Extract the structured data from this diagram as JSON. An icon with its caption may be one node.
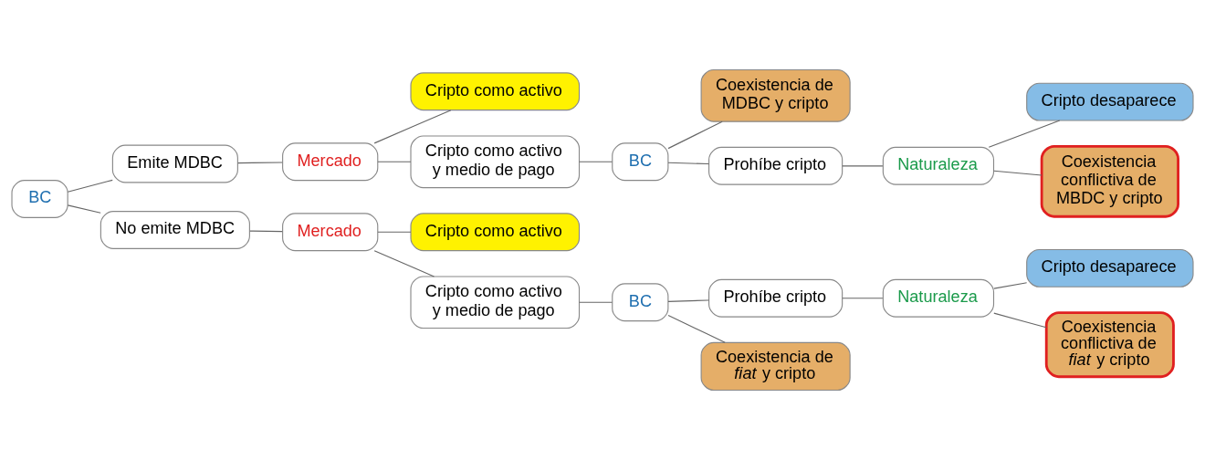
{
  "diagram": {
    "nodes": [
      {
        "text": [
          "BC"
        ]
      },
      {
        "text": [
          "Emite MDBC"
        ]
      },
      {
        "text": [
          "Mercado"
        ]
      },
      {
        "text": [
          "Cripto como activo"
        ]
      },
      {
        "text": [
          "Cripto como activo y medio de pago"
        ]
      },
      {
        "text": [
          "BC"
        ]
      },
      {
        "text": [
          "Coexistencia de MDBC y cripto"
        ]
      },
      {
        "text": [
          "Prohíbe cripto"
        ]
      },
      {
        "text": [
          "Naturaleza"
        ]
      },
      {
        "text": [
          "Cripto desaparece"
        ]
      },
      {
        "text": [
          "Coexistencia conflictiva de MBDC y cripto"
        ]
      },
      {
        "text": [
          "No emite MDBC"
        ]
      },
      {
        "text": [
          "Mercado"
        ]
      },
      {
        "text": [
          "Cripto como activo"
        ]
      },
      {
        "text": [
          "Cripto como activo y medio de pago"
        ]
      },
      {
        "text": [
          "BC"
        ]
      },
      {
        "text": [
          "Prohíbe cripto"
        ]
      },
      {
        "text": [
          "Coexistencia de *fiat* y cripto"
        ]
      },
      {
        "text": [
          "Naturaleza"
        ]
      },
      {
        "text": [
          "Cripto desaparece"
        ]
      },
      {
        "text": [
          "Coexistencia conflictiva de *fiat* y cripto"
        ]
      }
    ],
    "edges": [
      {
        "from": 0,
        "to": 1,
        "arrow": "none"
      },
      {
        "from": 0,
        "to": 11,
        "arrow": "none"
      },
      {
        "from": 1,
        "to": 2,
        "arrow": "none"
      },
      {
        "from": 2,
        "to": 3,
        "arrow": "none"
      },
      {
        "from": 2,
        "to": 4,
        "arrow": "none"
      },
      {
        "from": 4,
        "to": 5,
        "arrow": "none"
      },
      {
        "from": 5,
        "to": 6,
        "arrow": "none"
      },
      {
        "from": 5,
        "to": 7,
        "arrow": "none"
      },
      {
        "from": 7,
        "to": 8,
        "arrow": "none"
      },
      {
        "from": 8,
        "to": 9,
        "arrow": "none"
      },
      {
        "from": 8,
        "to": 10,
        "arrow": "none"
      },
      {
        "from": 11,
        "to": 12,
        "arrow": "none"
      },
      {
        "from": 12,
        "to": 13,
        "arrow": "none"
      },
      {
        "from": 12,
        "to": 14,
        "arrow": "none"
      },
      {
        "from": 14,
        "to": 15,
        "arrow": "none"
      },
      {
        "from": 15,
        "to": 16,
        "arrow": "none"
      },
      {
        "from": 15,
        "to": 17,
        "arrow": "none"
      },
      {
        "from": 16,
        "to": 18,
        "arrow": "none"
      },
      {
        "from": 18,
        "to": 19,
        "arrow": "none"
      },
      {
        "from": 18,
        "to": 20,
        "arrow": "none"
      }
    ]
  }
}
